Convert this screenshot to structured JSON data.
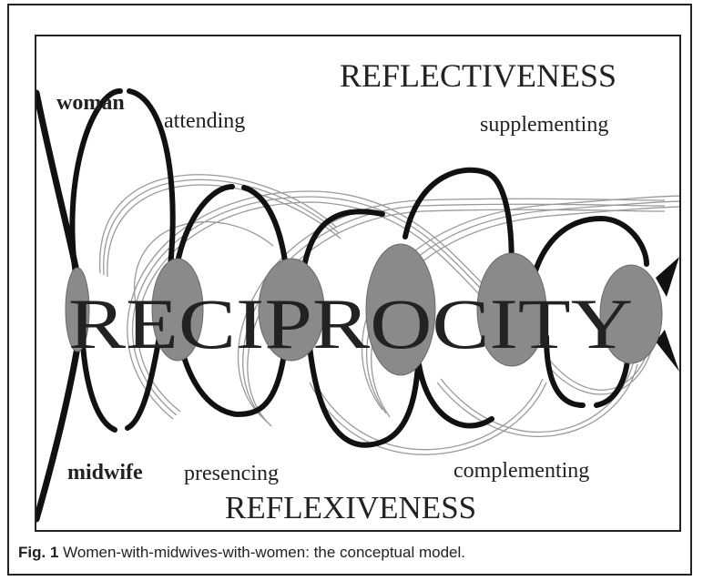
{
  "diagram": {
    "title_top": "REFLECTIVENESS",
    "title_bottom": "REFLEXIVENESS",
    "center_word": "RECIPROCITY",
    "labels": {
      "woman": "woman",
      "midwife": "midwife",
      "attending": "attending",
      "presencing": "presencing",
      "supplementing": "supplementing",
      "complementing": "complementing"
    },
    "colors": {
      "line": "#111111",
      "node_fill": "#8a8a8a",
      "text": "#222222"
    }
  },
  "caption": {
    "fig_label": "Fig. 1",
    "text": "Women-with-midwives-with-women: the conceptual model."
  }
}
